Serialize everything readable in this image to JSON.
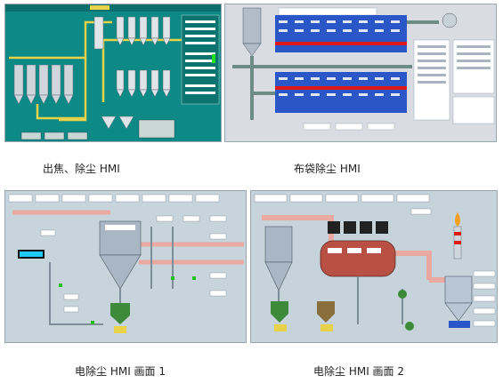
{
  "captions": {
    "p1": "出焦、除尘 HMI",
    "p2": "布袋除尘 HMI",
    "p3": "电除尘 HMI 画面 1",
    "p4": "电除尘 HMI 画面 2"
  },
  "colors": {
    "hmi1_bg": "#0d8a86",
    "hmi2_bg": "#d9dde3",
    "hmi3_bg": "#c8d4dc",
    "hmi4_bg": "#c6d3db",
    "pipe_yellow": "#e8d24a",
    "pipe_pink": "#e9a9a0",
    "silo_grey": "#a9b7c4",
    "bag_blue": "#2a56c8",
    "alarm_red": "#e01818",
    "furnace_red": "#b85044"
  }
}
